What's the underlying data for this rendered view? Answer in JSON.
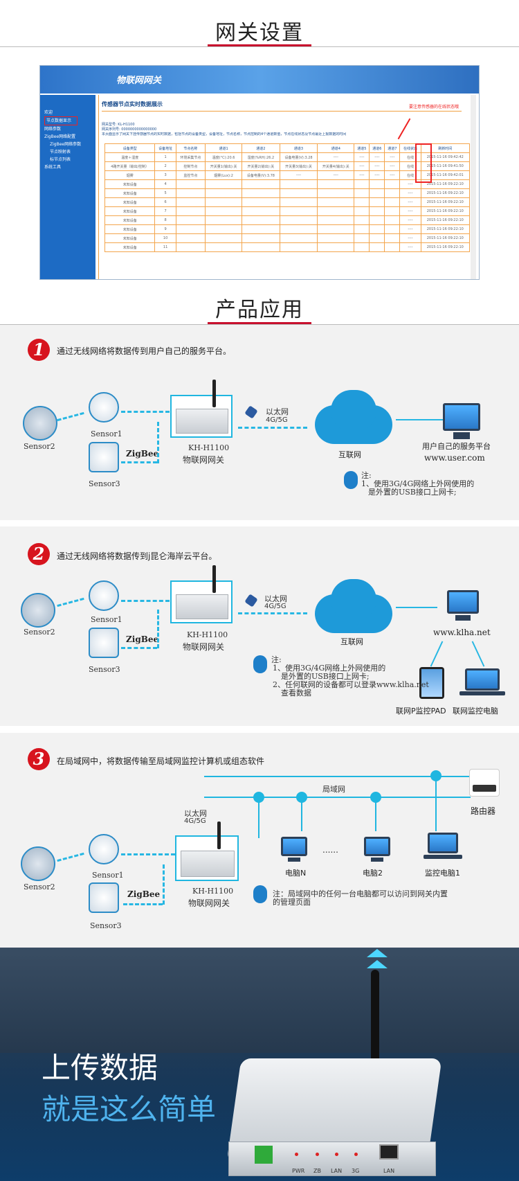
{
  "section1": {
    "title": "网关设置"
  },
  "screenshot": {
    "header_title": "物联网网关",
    "sidebar": [
      "欢迎",
      "节点数据显示",
      "网络参数",
      "ZigBee网络配置",
      "ZigBee网络参数",
      "节点映射表",
      "标节点列表",
      "系统工具"
    ],
    "content_title": "传感器节点实时数据展示",
    "model_line": "网关型号: KL-H1100",
    "mac_line": "网关序列号: 0000000000000000",
    "desc_line": "本页面显示了网关下挂传感器节点的实时数据，包括节点的设备类型，设备地址，节点名称，节点控制的4个通道数值，节点在线状态及节点最近上报数据的时间",
    "annotation": "要注意传感器的在线状态哦",
    "columns": [
      "设备类型",
      "设备地址",
      "节点名称",
      "通道1",
      "通道2",
      "通道3",
      "通道4",
      "通道5",
      "通道6",
      "通道7",
      "在线状态",
      "刷新时间"
    ],
    "rows": [
      [
        "温度＋湿度",
        "1",
        "环境采集节点",
        "温度(°C):20.6",
        "湿度(%RH):26.2",
        "设备电量(V):3.28",
        "----",
        "----",
        "----",
        "----",
        "在线",
        "2015-11-16 09:42:42"
      ],
      [
        "4路开关量（输出/控制）",
        "2",
        "控制节点",
        "开关量1(输出):关",
        "开关量2(输出):关",
        "开关量3(输出):关",
        "开关量4(输出):关",
        "----",
        "----",
        "----",
        "在线",
        "2015-11-16 09:41:50"
      ],
      [
        "烟雾",
        "3",
        "监控节点",
        "烟雾(Lux):2",
        "设备电量(V):3.78",
        "----",
        "----",
        "----",
        "----",
        "----",
        "在线",
        "2015-11-16 09:42:01"
      ],
      [
        "未知设备",
        "4",
        "",
        "",
        "",
        "",
        "",
        "",
        "",
        "",
        "----",
        "2015-11-16 09:22:10"
      ],
      [
        "未知设备",
        "5",
        "",
        "",
        "",
        "",
        "",
        "",
        "",
        "",
        "----",
        "2015-11-16 09:22:10"
      ],
      [
        "未知设备",
        "6",
        "",
        "",
        "",
        "",
        "",
        "",
        "",
        "",
        "----",
        "2015-11-16 09:22:10"
      ],
      [
        "未知设备",
        "7",
        "",
        "",
        "",
        "",
        "",
        "",
        "",
        "",
        "----",
        "2015-11-16 09:22:10"
      ],
      [
        "未知设备",
        "8",
        "",
        "",
        "",
        "",
        "",
        "",
        "",
        "",
        "----",
        "2015-11-16 09:22:10"
      ],
      [
        "未知设备",
        "9",
        "",
        "",
        "",
        "",
        "",
        "",
        "",
        "",
        "----",
        "2015-11-16 09:22:10"
      ],
      [
        "未知设备",
        "10",
        "",
        "",
        "",
        "",
        "",
        "",
        "",
        "",
        "----",
        "2015-11-16 09:22:10"
      ],
      [
        "未知设备",
        "11",
        "",
        "",
        "",
        "",
        "",
        "",
        "",
        "",
        "----",
        "2015-11-16 09:22:10"
      ]
    ]
  },
  "section2": {
    "title": "产品应用"
  },
  "app1": {
    "num": "1",
    "heading": "通过无线网络将数据传到用户自己的服务平台。",
    "sensor1": "Sensor1",
    "sensor2": "Sensor2",
    "sensor3": "Sensor3",
    "zigbee": "ZigBee",
    "gw_model": "KH-H1100",
    "gw_name": "物联网网关",
    "eth": "以太网",
    "g45": "4G/5G",
    "internet": "互联网",
    "server": "用户自己的服务平台",
    "url": "www.user.com",
    "note_title": "注:",
    "note1": "1、使用3G/4G网络上外网使用的",
    "note2": "是外置的USB接口上网卡;"
  },
  "app2": {
    "num": "2",
    "heading": "通过无线网络将数据传到j昆仑海岸云平台。",
    "sensor1": "Sensor1",
    "sensor2": "Sensor2",
    "sensor3": "Sensor3",
    "zigbee": "ZigBee",
    "gw_model": "KH-H1100",
    "gw_name": "物联网网关",
    "eth": "以太网",
    "g45": "4G/5G",
    "internet": "互联网",
    "url": "www.klha.net",
    "note_title": "注:",
    "note1": "1、使用3G/4G网络上外网使用的",
    "note2": "是外置的USB接口上网卡;",
    "note3": "2、任何联网的设备都可以登录www.klha.net",
    "note4": "查看数据",
    "pad": "联网P监控PAD",
    "pc": "联网监控电脑"
  },
  "app3": {
    "num": "3",
    "heading": "在局域网中，将数据传输至局域网监控计算机或组态软件",
    "lan": "局域网",
    "router": "路由器",
    "eth": "以太网",
    "g45": "4G/5G",
    "sensor1": "Sensor1",
    "sensor2": "Sensor2",
    "sensor3": "Sensor3",
    "zigbee": "ZigBee",
    "gw_model": "KH-H1100",
    "gw_name": "物联网网关",
    "pcN": "电脑N",
    "dots": "......",
    "pc2": "电脑2",
    "monitor": "监控电脑1",
    "note1": "注：局域网中的任何一台电脑都可以访问到网关内置",
    "note2": "的管理页面"
  },
  "banner": {
    "line1": "上传数据",
    "line2": "就是这么简单",
    "ports": [
      "PWR",
      "ZB",
      "LAN",
      "3G",
      "LAN"
    ]
  }
}
